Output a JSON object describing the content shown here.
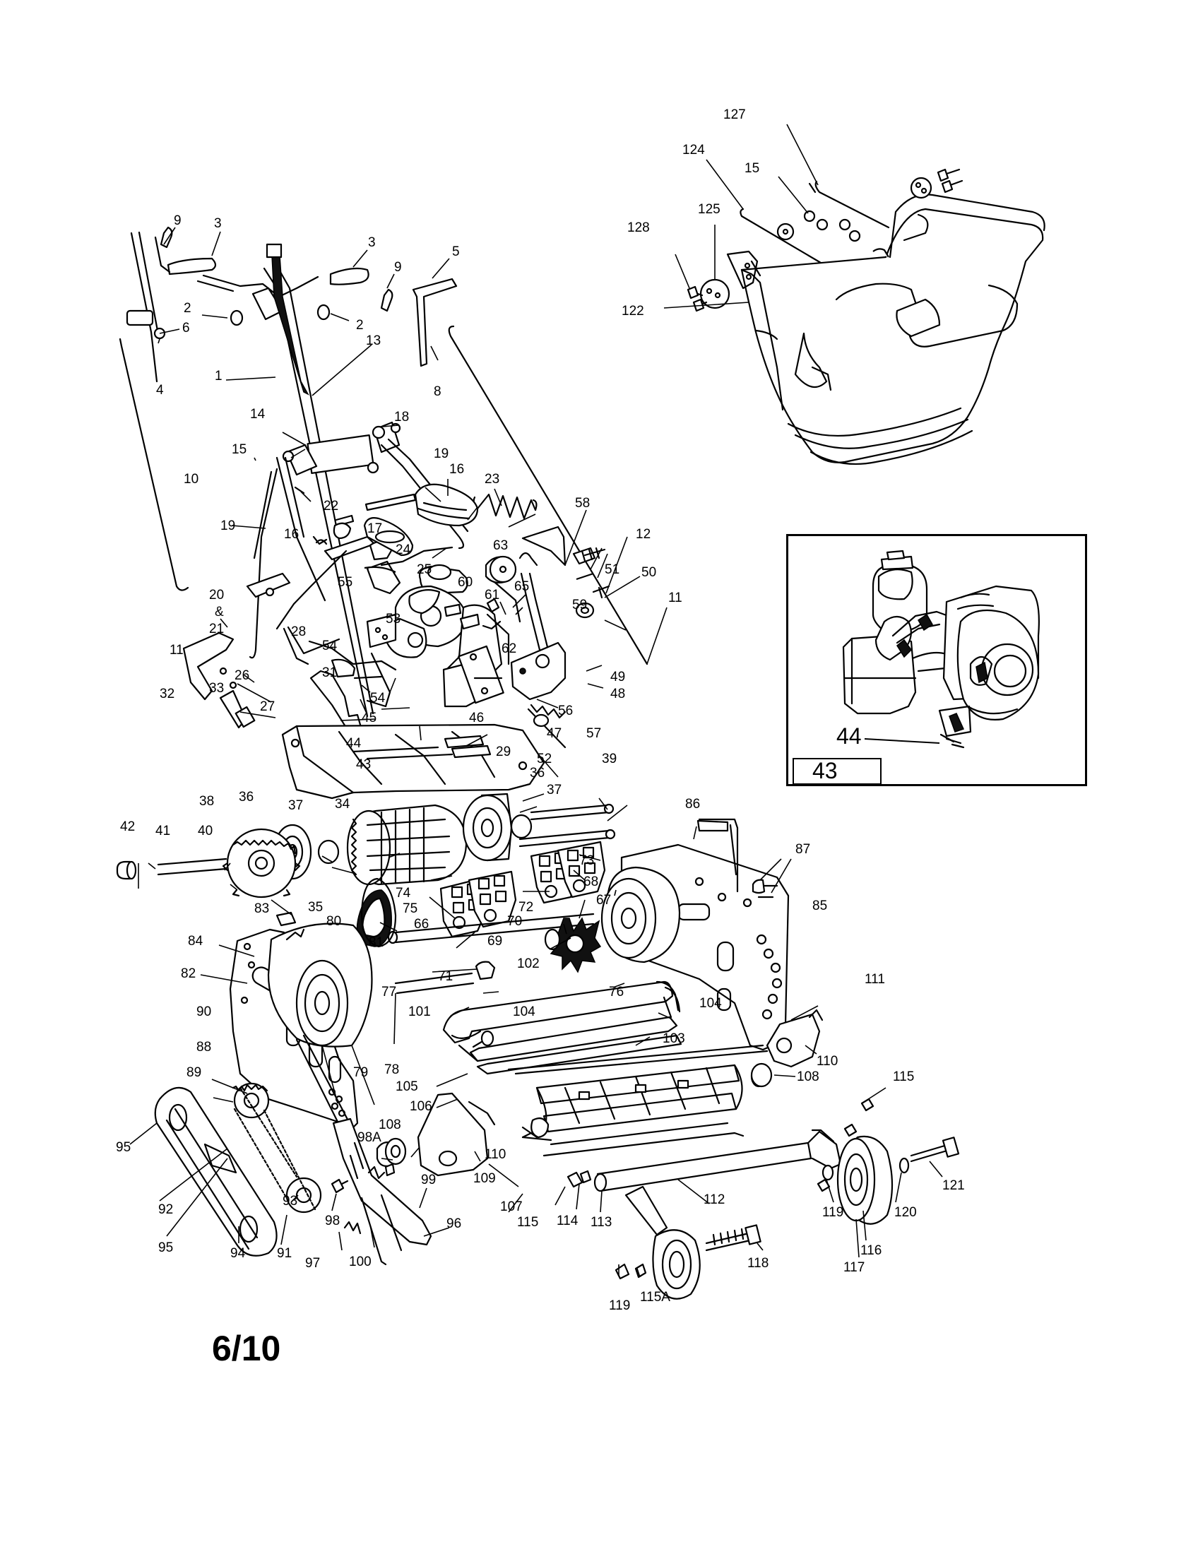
{
  "page": {
    "number": "6/10"
  },
  "inset": {
    "tag": "43",
    "callout": "44"
  },
  "icons": {
    "engine": "engine-icon",
    "grass-catcher": "grass-catcher-icon",
    "reel": "reel-icon",
    "wheel": "wheel-icon"
  },
  "labels": [
    "9",
    "3",
    "3",
    "9",
    "5",
    "2",
    "6",
    "2",
    "4",
    "8",
    "1",
    "13",
    "10",
    "14",
    "18",
    "19",
    "15",
    "16",
    "23",
    "22",
    "17",
    "19",
    "16",
    "58",
    "63",
    "12",
    "60",
    "24",
    "25",
    "55",
    "61",
    "65",
    "59",
    "51",
    "50",
    "20",
    "&",
    "21",
    "11",
    "28",
    "53",
    "54",
    "62",
    "11",
    "49",
    "48",
    "31",
    "26",
    "54",
    "56",
    "27",
    "45",
    "46",
    "47",
    "57",
    "32",
    "33",
    "52",
    "44",
    "29",
    "43",
    "36",
    "39",
    "37",
    "38",
    "36",
    "37",
    "34",
    "42",
    "41",
    "40",
    "86",
    "87",
    "35",
    "73",
    "68",
    "74",
    "75",
    "72",
    "67",
    "83",
    "80",
    "66",
    "81",
    "70",
    "69",
    "85",
    "84",
    "82",
    "71",
    "102",
    "76",
    "77",
    "90",
    "101",
    "104",
    "104",
    "111",
    "88",
    "103",
    "79",
    "78",
    "89",
    "110",
    "115",
    "105",
    "108",
    "106",
    "98A",
    "108",
    "110",
    "95",
    "99",
    "109",
    "121",
    "92",
    "98",
    "96",
    "107",
    "115",
    "114",
    "113",
    "112",
    "119",
    "120",
    "95",
    "94",
    "91",
    "93",
    "116",
    "97",
    "100",
    "118",
    "117",
    "119",
    "115A",
    "127",
    "124",
    "15",
    "125",
    "128",
    "122"
  ]
}
